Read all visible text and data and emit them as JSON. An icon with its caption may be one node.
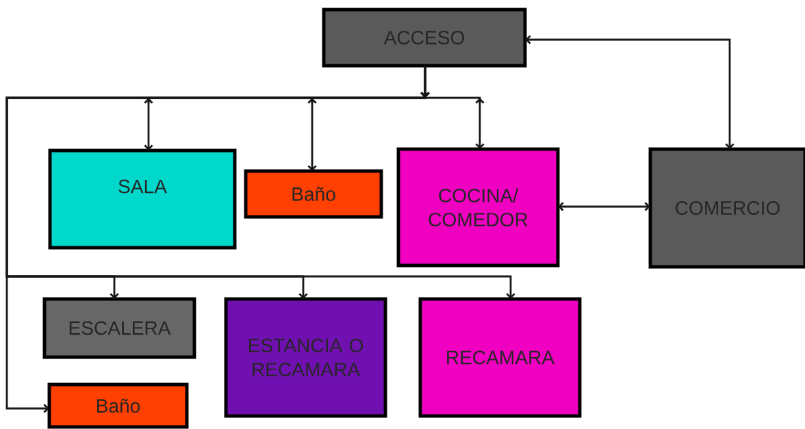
{
  "diagram": {
    "nodes": [
      {
        "text": [
          "ACCESO"
        ]
      },
      {
        "text": [
          "SALA"
        ]
      },
      {
        "text": [
          "Baño"
        ]
      },
      {
        "text": [
          "COCINA/ COMEDOR"
        ]
      },
      {
        "text": [
          "COMERCIO"
        ]
      },
      {
        "text": [
          "ESCALERA"
        ]
      },
      {
        "text": [
          "ESTANCIA O RECAMARA"
        ]
      },
      {
        "text": [
          "RECAMARA"
        ]
      },
      {
        "text": [
          "Baño"
        ]
      }
    ],
    "edges": [
      {
        "from": 0,
        "to": 1,
        "arrow": "to"
      },
      {
        "from": 0,
        "to": 2,
        "arrow": "to"
      },
      {
        "from": 0,
        "to": 3,
        "arrow": "to"
      },
      {
        "from": 0,
        "to": 5,
        "arrow": "to"
      },
      {
        "from": 0,
        "to": 6,
        "arrow": "to"
      },
      {
        "from": 0,
        "to": 7,
        "arrow": "to"
      },
      {
        "from": 0,
        "to": 8,
        "arrow": "to"
      },
      {
        "from": 3,
        "to": 4,
        "arrow": "both"
      },
      {
        "from": 0,
        "to": 4,
        "arrow": "both"
      }
    ]
  }
}
